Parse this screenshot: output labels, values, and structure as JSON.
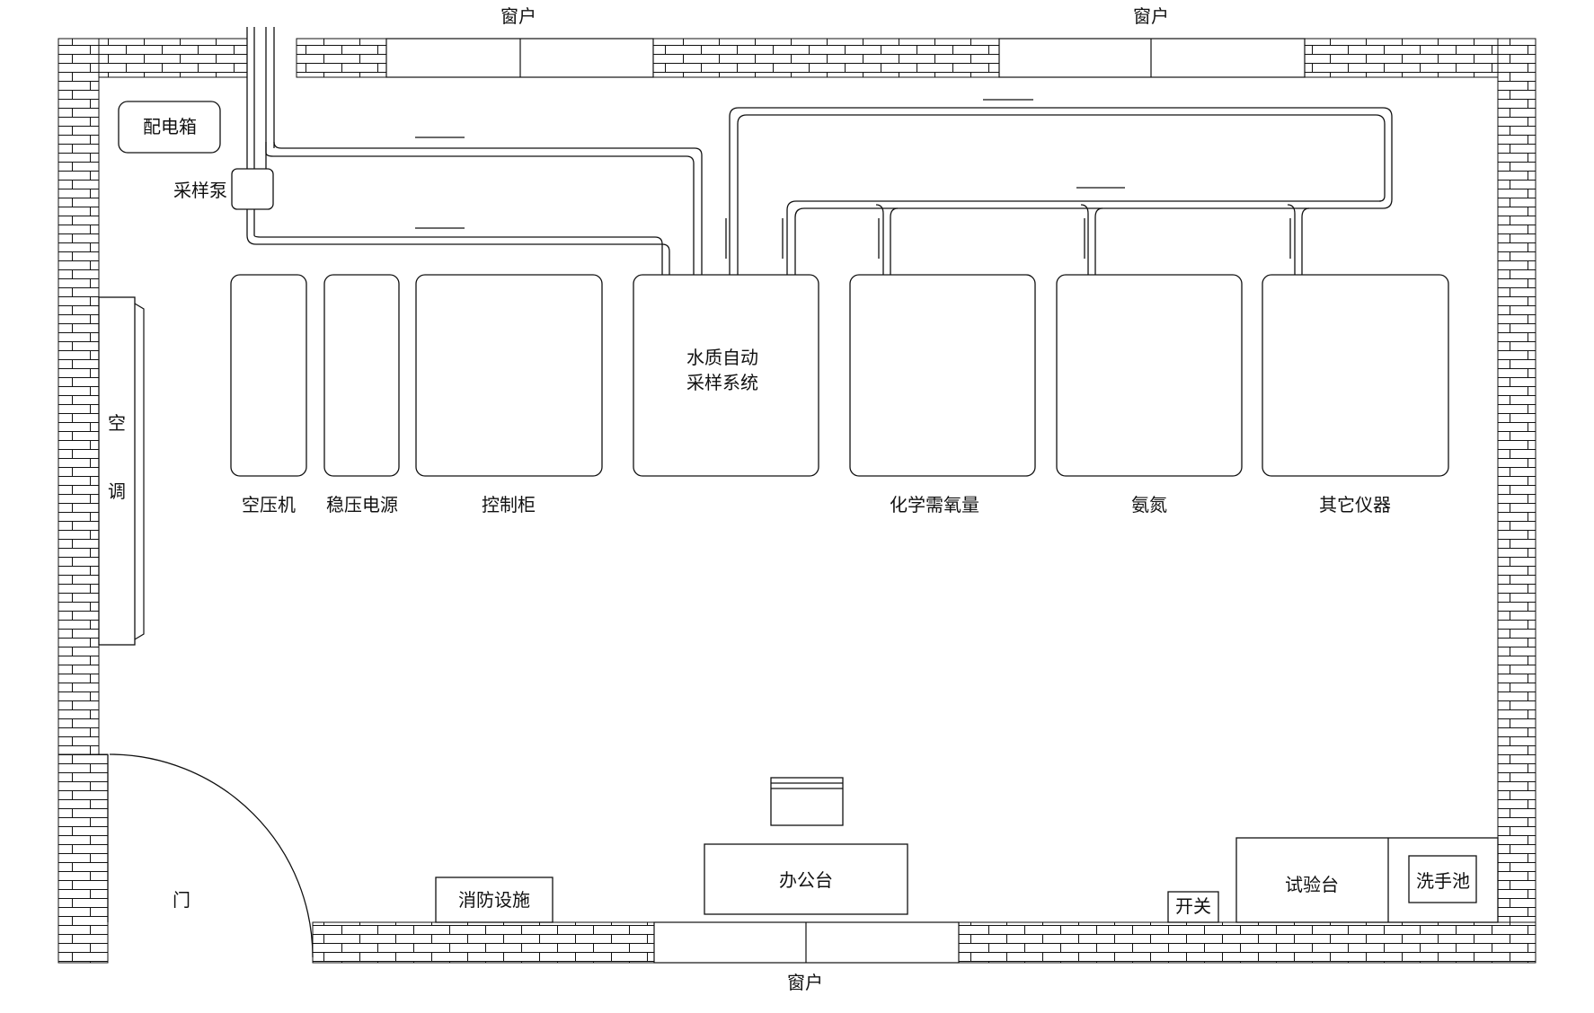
{
  "labels": {
    "window_top_left": "窗户",
    "window_top_right": "窗户",
    "window_bottom": "窗户",
    "distribution_box": "配电箱",
    "sampling_pump": "采样泵",
    "ac_char_1": "空",
    "ac_char_2": "调",
    "air_compressor": "空压机",
    "voltage_stabilizer": "稳压电源",
    "control_cabinet": "控制柜",
    "auto_sampling_line1": "水质自动",
    "auto_sampling_line2": "采样系统",
    "cod": "化学需氧量",
    "ammonia_nitrogen": "氨氮",
    "other_instruments": "其它仪器",
    "door": "门",
    "fire_facilities": "消防设施",
    "office_desk": "办公台",
    "switch": "开关",
    "test_bench": "试验台",
    "wash_basin": "洗手池"
  },
  "colors": {
    "line": "#111111",
    "background": "#ffffff"
  }
}
